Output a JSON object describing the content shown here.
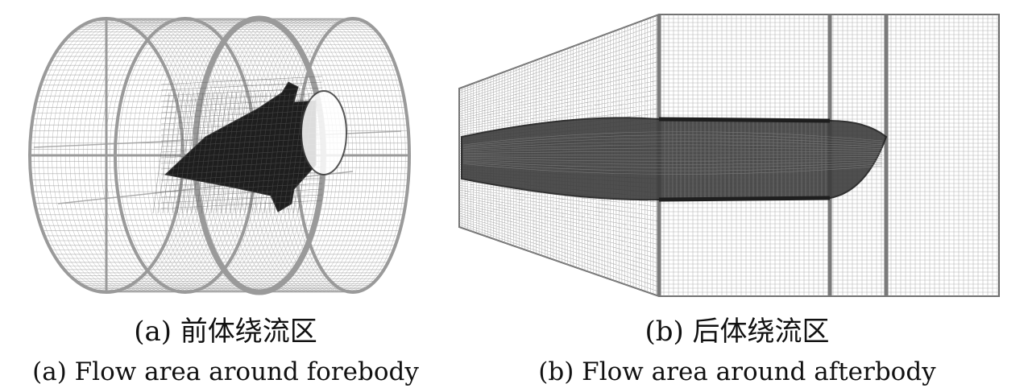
{
  "figure": {
    "panels": [
      {
        "id": "a",
        "caption_zh": "(a) 前体绕流区",
        "caption_en": "(a) Flow area around forebody"
      },
      {
        "id": "b",
        "caption_zh": "(b) 后体绕流区",
        "caption_en": "(b) Flow area around afterbody"
      }
    ],
    "colors": {
      "mesh_light": "#9a9a9a",
      "mesh_dark": "#3a3a3a",
      "body_dark": "#1e1e1e",
      "background": "#ffffff"
    }
  }
}
